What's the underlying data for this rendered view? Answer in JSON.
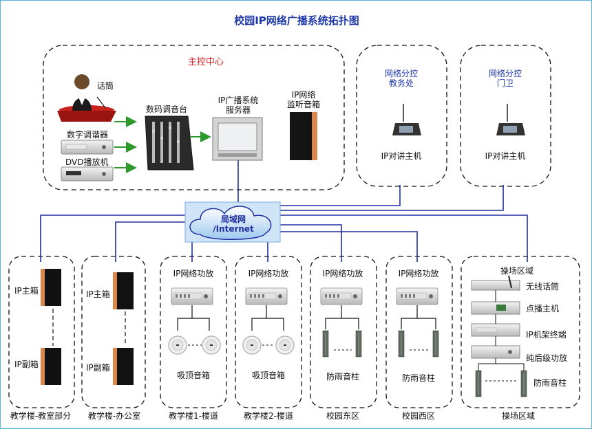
{
  "title": "校园IP网络广播系统拓扑图",
  "main_center": {
    "label": "主控中心",
    "mic": "话筒",
    "tuner": "数字调谐器",
    "dvd": "DVD播放机",
    "mixer": "数码调音台",
    "server": [
      "IP广播系统",
      "服务器"
    ],
    "monitor": [
      "IP网络",
      "监听音箱"
    ]
  },
  "branch_office": {
    "title": [
      "网络分控",
      "教务处"
    ],
    "device": "IP对讲主机"
  },
  "branch_gate": {
    "title": [
      "网络分控",
      "门卫"
    ],
    "device": "IP对讲主机"
  },
  "network": {
    "lines": [
      "局域网",
      "/Internet"
    ]
  },
  "zones": [
    {
      "caption": "教学楼-教室部分",
      "main": "IP主箱",
      "sub": "IP副箱"
    },
    {
      "caption": "教学楼-办公室",
      "main": "IP主箱",
      "sub": "IP副箱"
    },
    {
      "caption": "教学楼1-楼道",
      "amp": "IP网络功放",
      "speaker": "吸顶音箱"
    },
    {
      "caption": "教学楼2-楼道",
      "amp": "IP网络功放",
      "speaker": "吸顶音箱"
    },
    {
      "caption": "校园东区",
      "amp": "IP网络功放",
      "speaker": "防雨音柱"
    },
    {
      "caption": "校园西区",
      "amp": "IP网络功放",
      "speaker": "防雨音柱"
    },
    {
      "caption": "操场区域",
      "header": "操场区域",
      "items": [
        "无线话筒",
        "点播主机",
        "IP机架终端",
        "纯后级功放",
        "防雨音柱"
      ]
    }
  ],
  "colors": {
    "frame": "#59b2d8",
    "link": "#1f2f9e",
    "arrow": "#2b9a2b",
    "wood": "#d9874a"
  }
}
